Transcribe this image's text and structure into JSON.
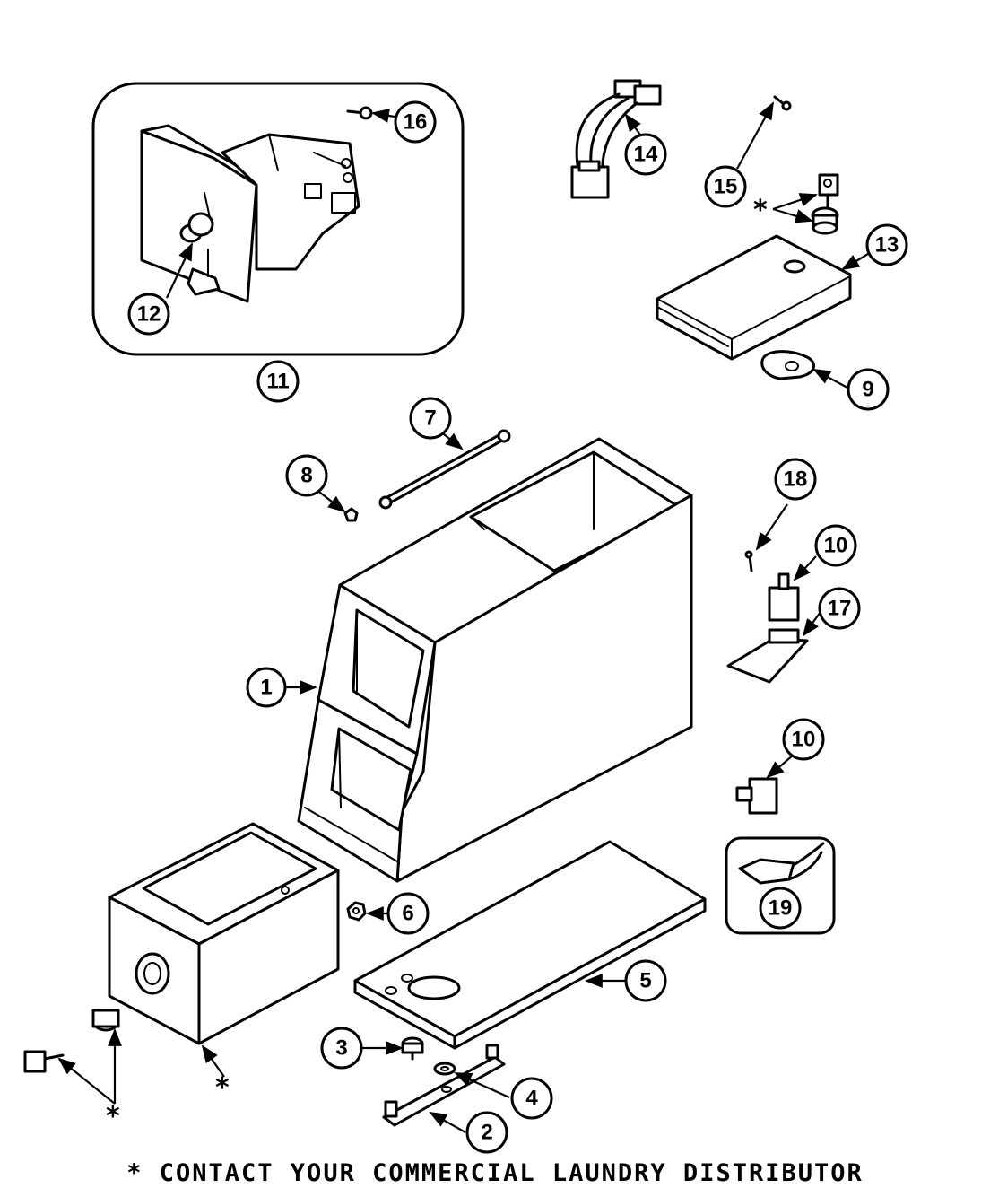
{
  "callouts": {
    "c1": "1",
    "c2": "2",
    "c3": "3",
    "c4": "4",
    "c5": "5",
    "c6": "6",
    "c7": "7",
    "c8": "8",
    "c9": "9",
    "c10a": "10",
    "c10b": "10",
    "c11": "11",
    "c12": "12",
    "c13": "13",
    "c14": "14",
    "c15": "15",
    "c16": "16",
    "c17": "17",
    "c18": "18",
    "c19": "19"
  },
  "marks": {
    "asterisk": "*"
  },
  "footnote": "* CONTACT YOUR COMMERCIAL LAUNDRY DISTRIBUTOR"
}
